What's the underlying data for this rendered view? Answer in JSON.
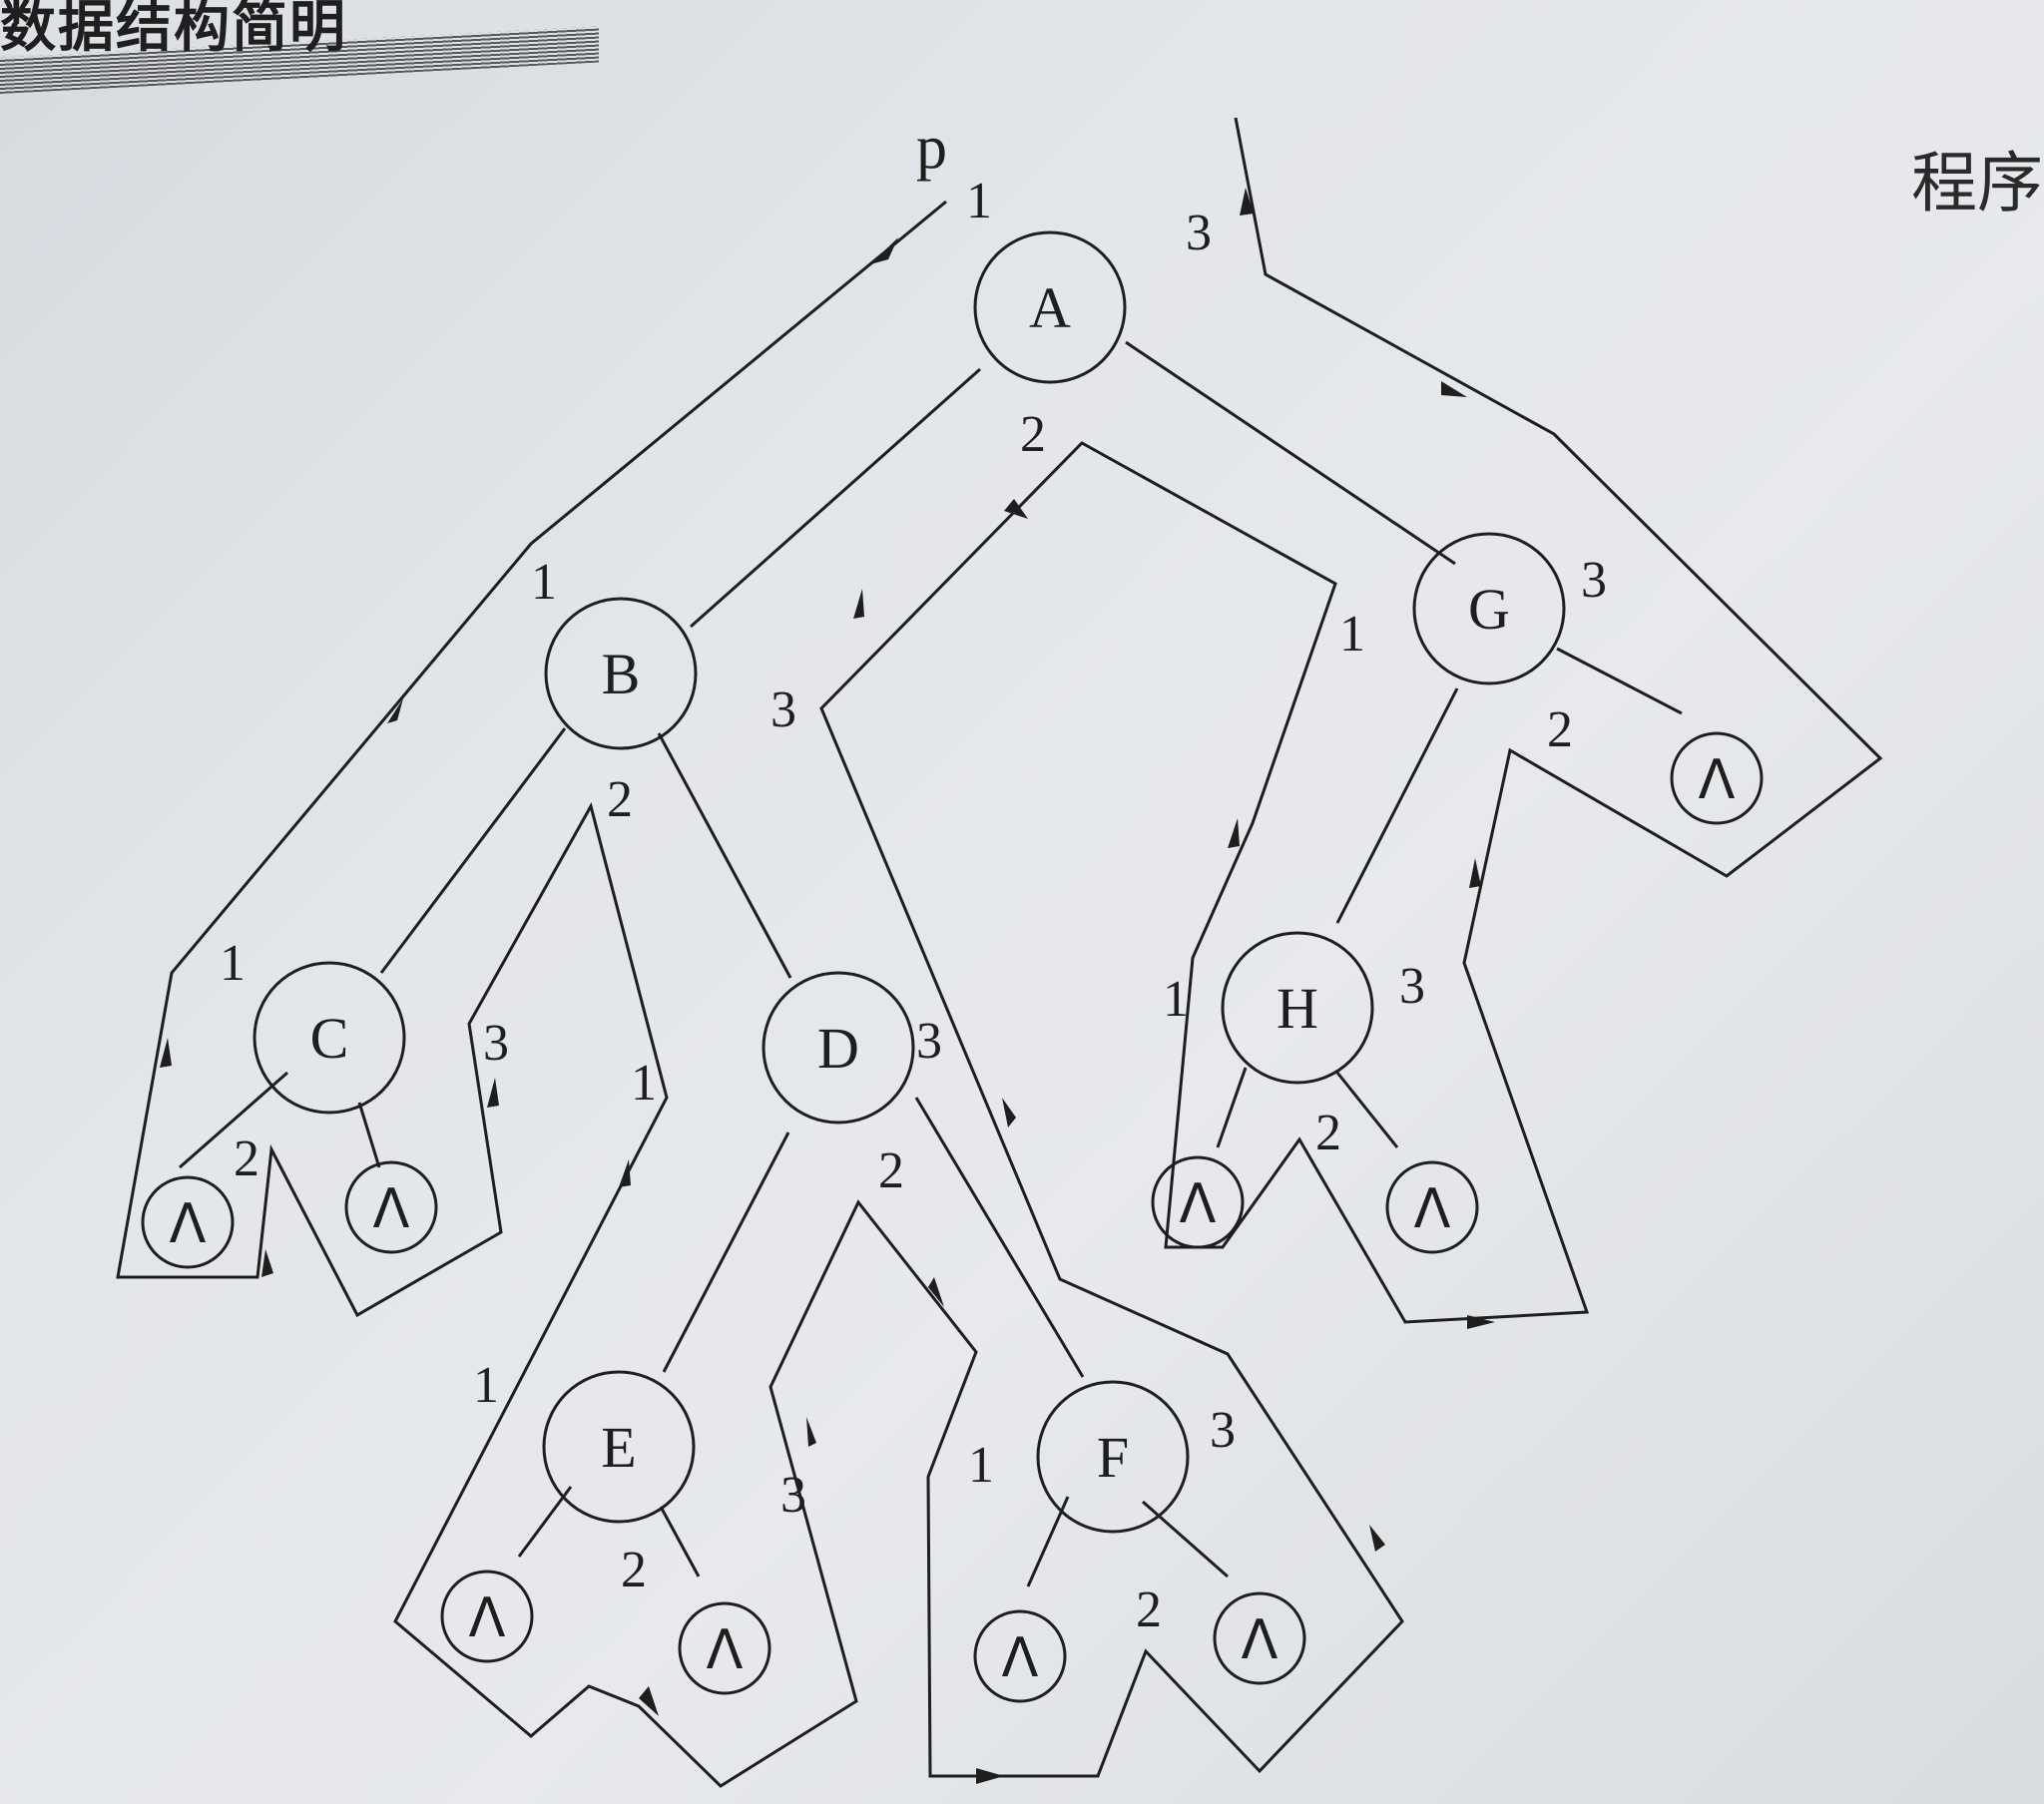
{
  "header": {
    "title": "数据结构简明"
  },
  "side_text": "程序",
  "figure": {
    "pointer_label": "p",
    "null_symbol": "Λ",
    "nodes": [
      "A",
      "B",
      "C",
      "D",
      "E",
      "F",
      "G",
      "H"
    ],
    "visit_numbers": {
      "A": [
        "1",
        "2",
        "3"
      ],
      "B": [
        "1",
        "2",
        "3"
      ],
      "C": [
        "1",
        "2",
        "3"
      ],
      "D": [
        "1",
        "2",
        "3"
      ],
      "E": [
        "1",
        "2",
        "3"
      ],
      "F": [
        "1",
        "2",
        "3"
      ],
      "G": [
        "1",
        "2",
        "3"
      ],
      "H": [
        "1",
        "2",
        "3"
      ]
    }
  }
}
